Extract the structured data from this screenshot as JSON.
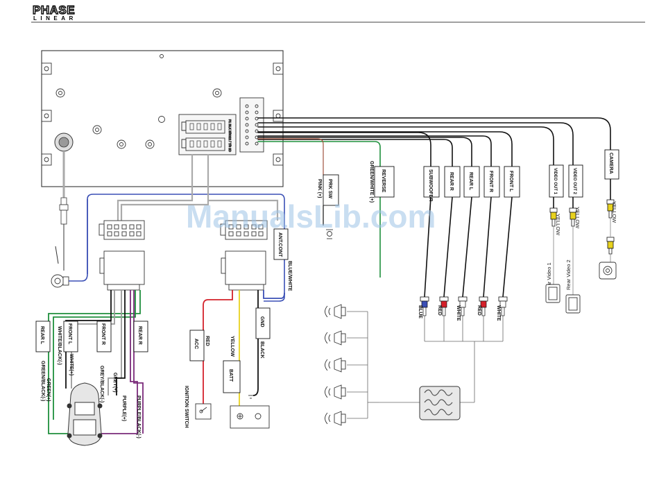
{
  "brand": {
    "line1": "PHASE",
    "line2": "LINEAR"
  },
  "watermark": "ManualsLib.com",
  "head_unit": {
    "iso_small_print": "F1 BLK 5/3022 / 7/3 2D"
  },
  "rear_outputs": {
    "pink": "PINK (+)",
    "prk_sw": "PRK SW",
    "green_white": "GREEN/WHITE (+)",
    "reverse": "REVERSE",
    "subwoofer": "SUBWOOFER",
    "rear_r": "REAR R",
    "rear_l": "REAR L",
    "front_r": "FRONT R",
    "front_l": "FRONT L",
    "video_out_1": "VIDEO OUT 1",
    "video_out_2": "VIDEO OUT 2",
    "camera": "CAMERA",
    "yellow": "YELLOW",
    "rear_video_1": "Rear Video 1",
    "rear_video_2": "Rear Video 2"
  },
  "rca_colors": [
    "BLUE",
    "RED",
    "WHITE",
    "RED",
    "WHITE"
  ],
  "speaker_harness": {
    "rear_l": "REAR L",
    "front_l": "FRONT L",
    "front_r": "FRONT R",
    "rear_r": "REAR R",
    "green_black": "GREEN/BLACK(-)",
    "green": "GREEN(+)",
    "white_black": "WHITE/BLACK(-)",
    "white": "WHITE(+)",
    "grey_black": "GREY/BLACK(-)",
    "grey": "GREY(+)",
    "purple": "PURPLE(+)",
    "purple_black": "PURPLE/BLACK(-)"
  },
  "power_harness": {
    "ant_cont": "ANT.CONT",
    "blue_white": "BLUE/WHITE",
    "acc": "ACC",
    "red": "RED",
    "gnd": "GND",
    "black": "BLACK",
    "batt": "BATT",
    "yellow": "YELLOW",
    "ignition_switch": "IGNITION SWITCH"
  },
  "wire_colors": {
    "red": "#d4202a",
    "yellow": "#e8d21e",
    "blue": "#3a4fb5",
    "green": "#1e8f3c",
    "purple": "#7a2a7a",
    "pink_brown": "#a0523c",
    "black": "#111111",
    "grey": "#9a9a9a"
  }
}
